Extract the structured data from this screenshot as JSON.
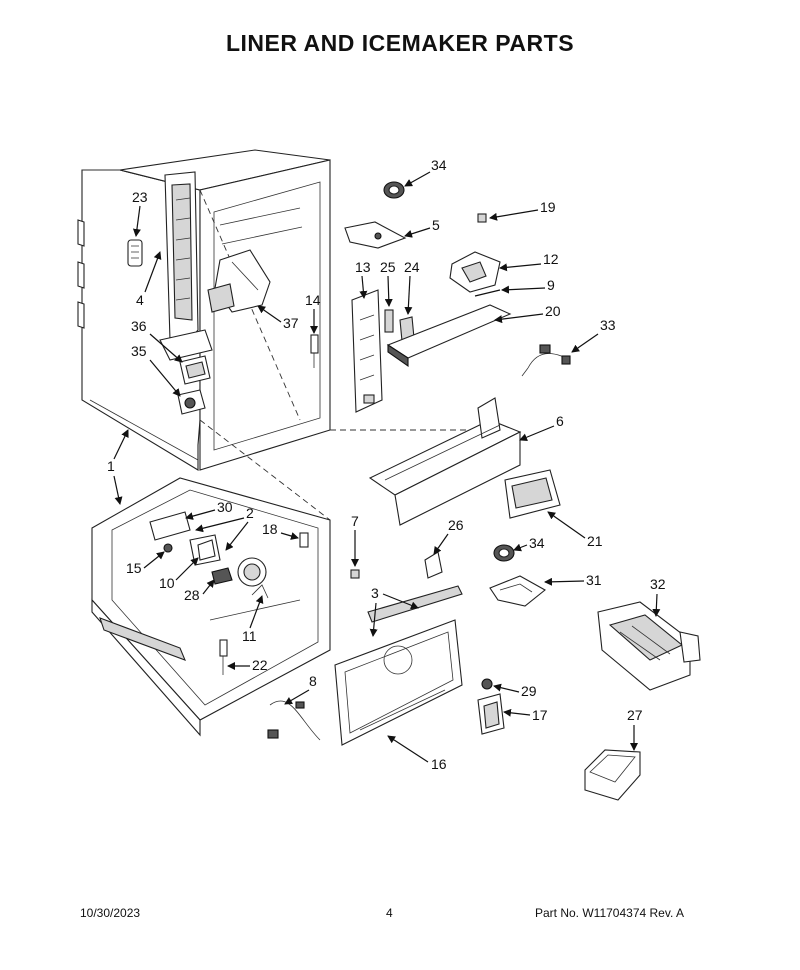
{
  "title": "LINER AND ICEMAKER PARTS",
  "footer": {
    "date": "10/30/2023",
    "page": "4",
    "part_no": "Part No.  W11704374  Rev.  A"
  },
  "callouts": [
    "1",
    "2",
    "3",
    "4",
    "5",
    "6",
    "7",
    "8",
    "9",
    "10",
    "11",
    "12",
    "13",
    "14",
    "15",
    "16",
    "17",
    "18",
    "19",
    "20",
    "21",
    "22",
    "23",
    "24",
    "25",
    "26",
    "27",
    "28",
    "29",
    "30",
    "31",
    "32",
    "33",
    "34",
    "35",
    "36",
    "37"
  ]
}
